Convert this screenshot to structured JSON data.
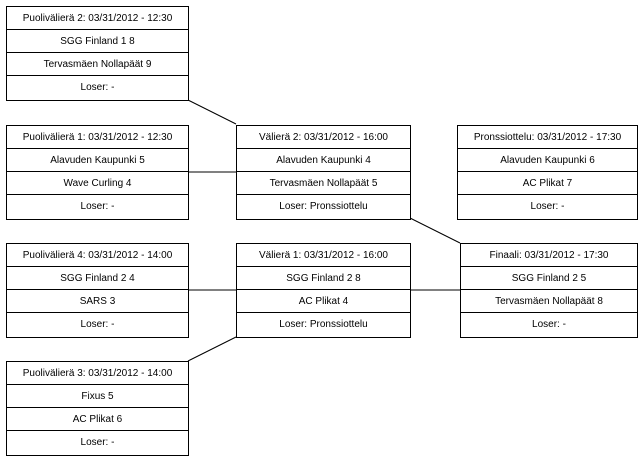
{
  "matches": [
    {
      "header": "Puolivälierä 2: 03/31/2012 - 12:30",
      "team1": "SGG Finland 1 8",
      "team2": "Tervasmäen Nollapäät 9",
      "loser": "Loser: -"
    },
    {
      "header": "Puolivälierä 1: 03/31/2012 - 12:30",
      "team1": "Alavuden Kaupunki 5",
      "team2": "Wave Curling 4",
      "loser": "Loser: -"
    },
    {
      "header": "Välierä 2: 03/31/2012 - 16:00",
      "team1": "Alavuden Kaupunki 4",
      "team2": "Tervasmäen Nollapäät 5",
      "loser": "Loser: Pronssiottelu"
    },
    {
      "header": "Pronssiottelu: 03/31/2012 - 17:30",
      "team1": "Alavuden Kaupunki 6",
      "team2": "AC Plikat 7",
      "loser": "Loser: -"
    },
    {
      "header": "Puolivälierä 4: 03/31/2012 - 14:00",
      "team1": "SGG Finland 2 4",
      "team2": "SARS 3",
      "loser": "Loser: -"
    },
    {
      "header": "Välierä 1: 03/31/2012 - 16:00",
      "team1": "SGG Finland 2 8",
      "team2": "AC Plikat 4",
      "loser": "Loser: Pronssiottelu"
    },
    {
      "header": "Finaali: 03/31/2012 - 17:30",
      "team1": "SGG Finland 2 5",
      "team2": "Tervasmäen Nollapäät 8",
      "loser": "Loser: -"
    },
    {
      "header": "Puolivälierä 3: 03/31/2012 - 14:00",
      "team1": "Fixus 5",
      "team2": "AC Plikat 6",
      "loser": "Loser: -"
    }
  ]
}
